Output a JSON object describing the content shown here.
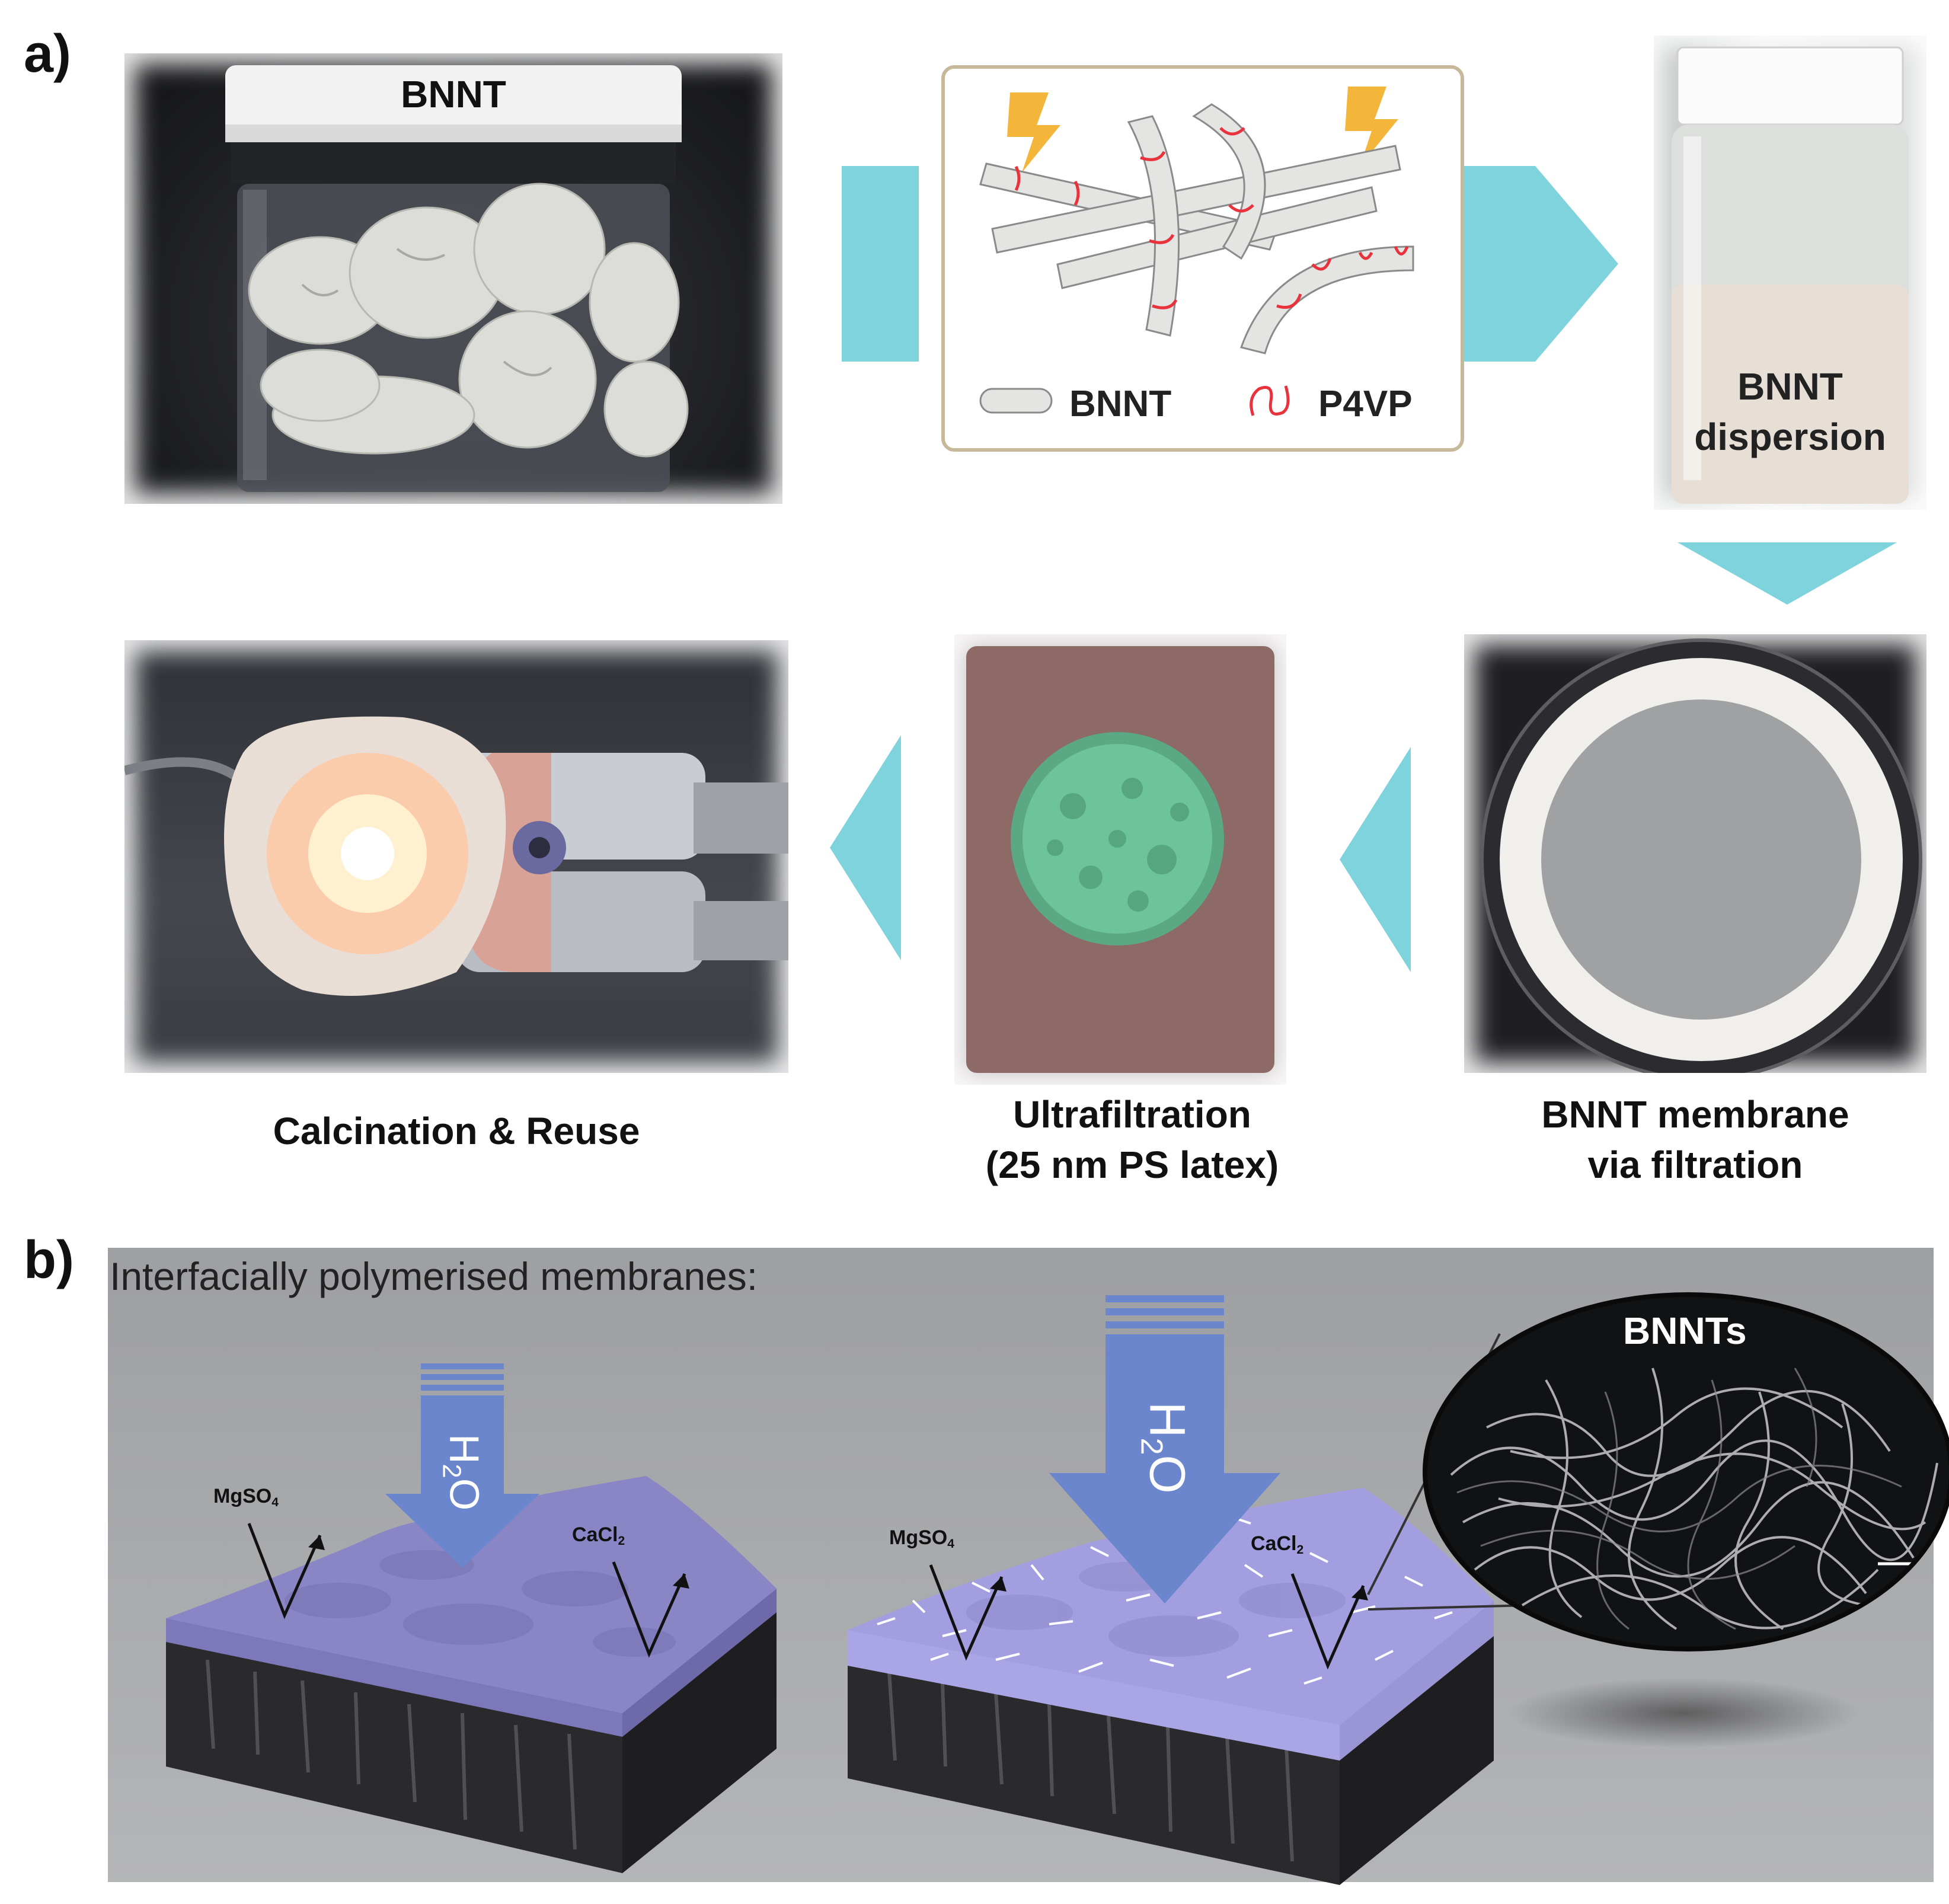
{
  "panel_a": {
    "label": "a)",
    "jar_label": "BNNT",
    "schematic": {
      "legend_bnnt": "BNNT",
      "legend_p4vp": "P4VP"
    },
    "vial_label_line1": "BNNT",
    "vial_label_line2": "dispersion",
    "captions": {
      "calcination": "Calcination & Reuse",
      "ultrafiltration_line1": "Ultrafiltration",
      "ultrafiltration_line2": "(25 nm PS latex)",
      "membrane_line1": "BNNT membrane",
      "membrane_line2": "via filtration"
    },
    "arrow_color": "#7fd3dc"
  },
  "panel_b": {
    "label": "b)",
    "title": "Interfacially polymerised membranes:",
    "left": {
      "arrow_text": "H",
      "arrow_sub": "2",
      "arrow_text2": "O",
      "salt1": "MgSO",
      "salt1_sub": "4",
      "salt2": "CaCl",
      "salt2_sub": "2"
    },
    "right": {
      "arrow_text": "H",
      "arrow_sub": "2",
      "arrow_text2": "O",
      "salt1": "MgSO",
      "salt1_sub": "4",
      "salt2": "CaCl",
      "salt2_sub": "2"
    },
    "inset_label": "BNNTs",
    "arrow_color": "#6b86cc",
    "membrane_color": "#8a86c6"
  }
}
